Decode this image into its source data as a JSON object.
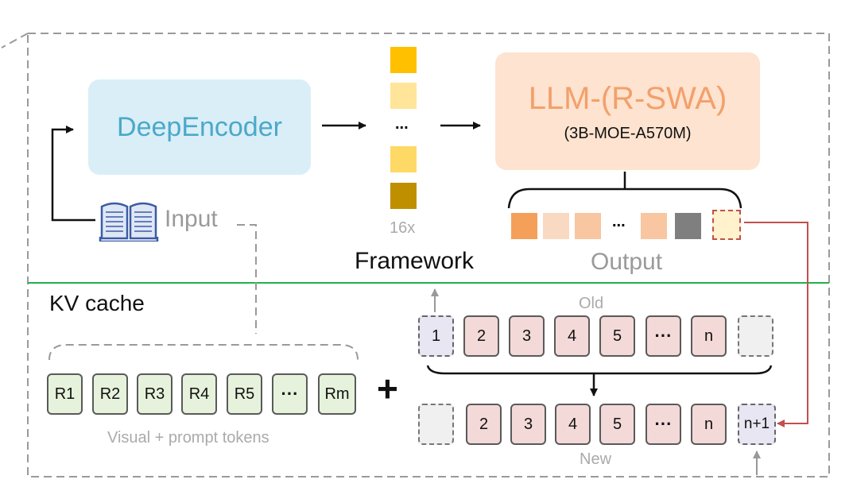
{
  "encoder_label": "DeepEncoder",
  "llm": {
    "title": "LLM-(R-SWA)",
    "subtitle": "(3B-MOE-A570M)"
  },
  "input_label": "Input",
  "framework_label": "Framework",
  "vision_tokens": {
    "ellipsis": "...",
    "count_label": "16x",
    "colors": [
      "#ffc000",
      "#ffe59a",
      "#ffd966",
      "#bf8f00"
    ]
  },
  "output": {
    "label": "Output",
    "ellipsis": "...",
    "colors": [
      "#f4a05a",
      "#fad9c2",
      "#f8c6a0",
      "#f8c6a0",
      "#7f7f7f",
      "#fff2cc"
    ]
  },
  "kv_cache_label": "KV cache",
  "prompt_tokens": {
    "items": [
      "R1",
      "R2",
      "R3",
      "R4",
      "R5",
      "···",
      "Rm"
    ],
    "caption": "Visual + prompt tokens"
  },
  "plus": "+",
  "old_row": {
    "label": "Old",
    "items": [
      "1",
      "2",
      "3",
      "4",
      "5",
      "···",
      "n",
      ""
    ]
  },
  "new_row": {
    "label": "New",
    "items": [
      "",
      "2",
      "3",
      "4",
      "5",
      "···",
      "n",
      "n+1"
    ]
  },
  "colors": {
    "frame": "#9a9a9a",
    "divider": "#22b14c",
    "feedback_arrow": "#c0504d",
    "encoder_text": "#4aa9c9",
    "llm_text": "#f3a06b"
  }
}
